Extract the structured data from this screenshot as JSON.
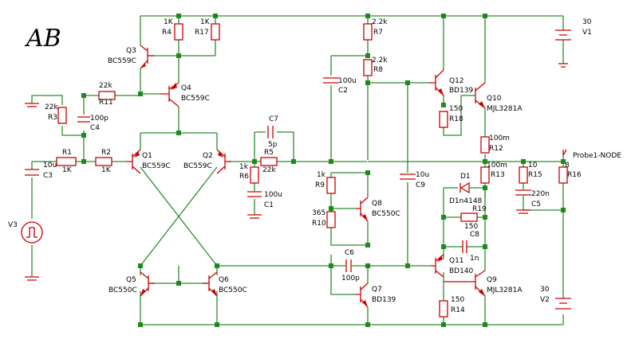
{
  "title": "AB",
  "probe": "Probe1-NODE",
  "colors": {
    "wire": "#2e8b2e",
    "component": "#cc0000",
    "junction": "#1e8a1e",
    "text": "#000000"
  },
  "labels": {
    "R4": "R4",
    "R4v": "1K",
    "R17": "R17",
    "R17v": "1K",
    "R7": "R7",
    "R7v": "2.2k",
    "R8": "R8",
    "R8v": "2.2k",
    "V1": "V1",
    "V1v": "30",
    "Q3": "Q3",
    "Q3t": "BC559C",
    "Q4": "Q4",
    "Q4t": "BC559C",
    "R11": "R11",
    "R11v": "22k",
    "R3": "R3",
    "R3v": "22k",
    "C4": "C4",
    "C4v": "100p",
    "C2": "C2",
    "C2v": "100u",
    "Q12": "Q12",
    "Q12t": "BD139",
    "Q10": "Q10",
    "Q10t": "MJL3281A",
    "R18": "R18",
    "R18v": "150",
    "R12": "R12",
    "R12v": "100m",
    "C7": "C7",
    "C7v": "5p",
    "R5": "R5",
    "R5v": "22k",
    "R6": "R6",
    "R6v": "1k",
    "C1": "C1",
    "C1v": "100u",
    "R1": "R1",
    "R1v": "1K",
    "R2": "R2",
    "R2v": "1K",
    "C3": "C3",
    "C3v": "10u",
    "Q1": "Q1",
    "Q1t": "BC559C",
    "Q2": "Q2",
    "Q2t": "BC559C",
    "R13": "R13",
    "R13v": "100m",
    "R15": "R15",
    "R15v": "10",
    "R16": "R16",
    "R16v": "8",
    "C5": "C5",
    "C5v": "220n",
    "D1": "D1",
    "D1t": "D1n4148",
    "R19": "R19",
    "R19v": "150",
    "C8": "C8",
    "C8v": "1n",
    "R9": "R9",
    "R9v": "1k",
    "R10": "R10",
    "R10v": "365",
    "Q8": "Q8",
    "Q8t": "BC550C",
    "C9": "C9",
    "C9v": "10u",
    "V3": "V3",
    "C6": "C6",
    "C6v": "100p",
    "Q7": "Q7",
    "Q7t": "BD139",
    "Q11": "Q11",
    "Q11t": "BD140",
    "Q9": "Q9",
    "Q9t": "MJL3281A",
    "R14": "R14",
    "R14v": "150",
    "V2": "V2",
    "V2v": "30",
    "Q5": "Q5",
    "Q5t": "BC550C",
    "Q6": "Q6",
    "Q6t": "BC550C"
  }
}
